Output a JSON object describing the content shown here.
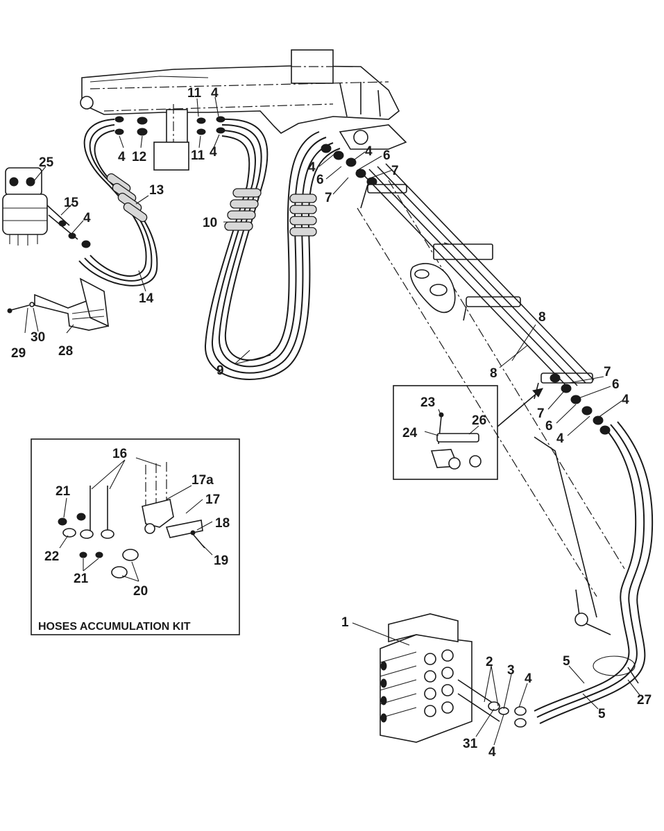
{
  "callouts": {
    "c1": "1",
    "c2": "2",
    "c3": "3",
    "c4": "4",
    "c5": "5",
    "c6": "6",
    "c7": "7",
    "c8": "8",
    "c9": "9",
    "c10": "10",
    "c11": "11",
    "c12": "12",
    "c13": "13",
    "c14": "14",
    "c15": "15",
    "c16": "16",
    "c17": "17",
    "c17a": "17a",
    "c18": "18",
    "c19": "19",
    "c20": "20",
    "c21": "21",
    "c22": "22",
    "c23": "23",
    "c24": "24",
    "c25": "25",
    "c26": "26",
    "c27": "27",
    "c28": "28",
    "c29": "29",
    "c30": "30",
    "c31": "31"
  },
  "kit": {
    "title": "HOSES ACCUMULATION  KIT"
  }
}
